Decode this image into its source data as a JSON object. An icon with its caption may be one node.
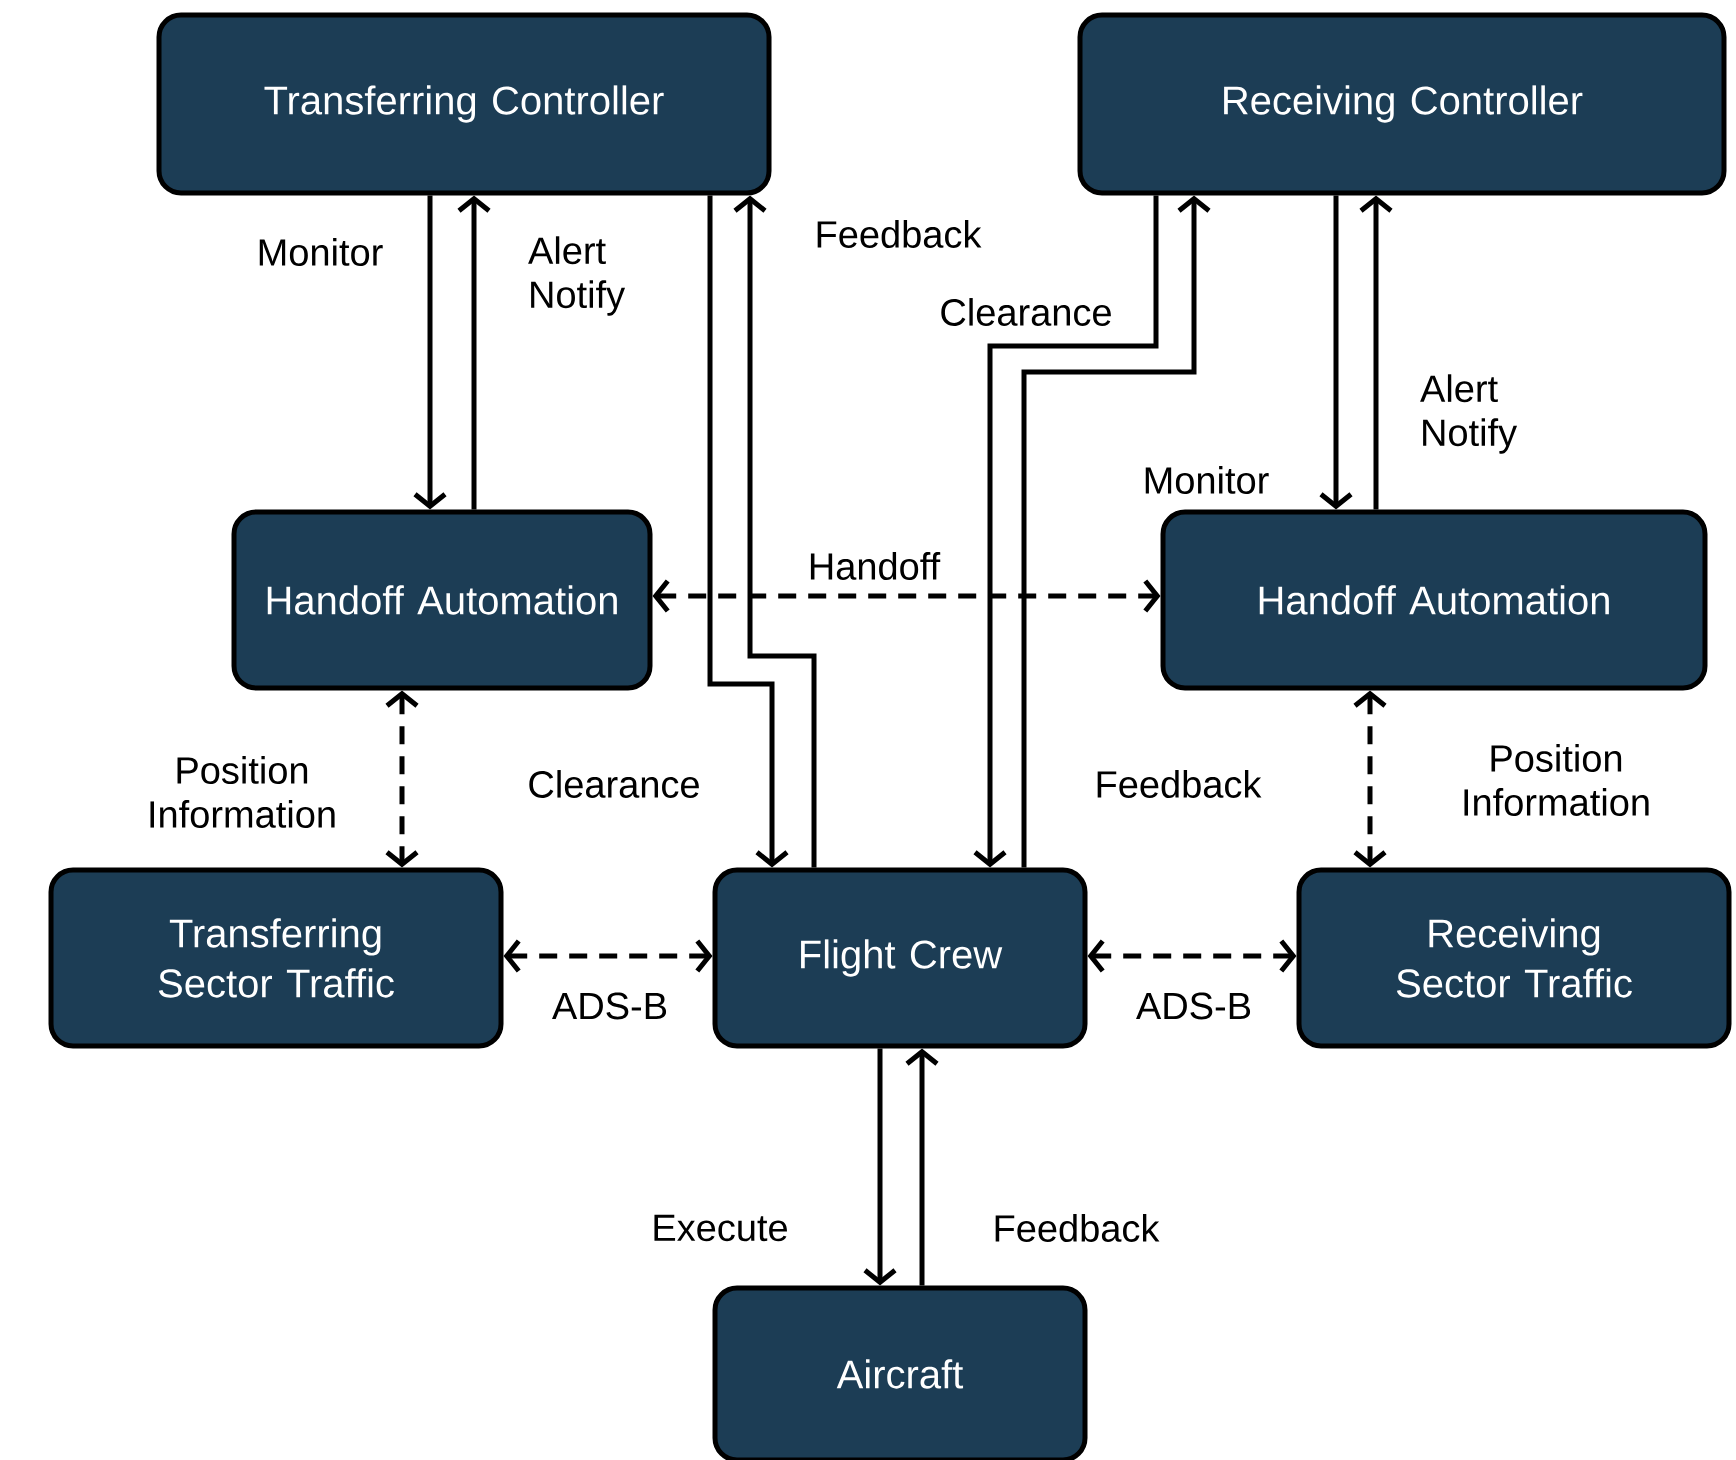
{
  "diagram": {
    "nodes": [
      {
        "text": [
          "Transferring Controller"
        ]
      },
      {
        "text": [
          "Receiving Controller"
        ]
      },
      {
        "text": [
          "Handoff Automation"
        ]
      },
      {
        "text": [
          "Handoff Automation"
        ]
      },
      {
        "text": [
          "Transferring Sector Traffic"
        ]
      },
      {
        "text": [
          "Flight Crew"
        ]
      },
      {
        "text": [
          "Receiving Sector Traffic"
        ]
      },
      {
        "text": [
          "Aircraft"
        ]
      }
    ],
    "edges": [
      {
        "from": 0,
        "to": 2,
        "arrow": "to",
        "label": "Monitor"
      },
      {
        "from": 2,
        "to": 0,
        "arrow": "to",
        "label": "Alert Notify"
      },
      {
        "from": 0,
        "to": 5,
        "arrow": "to",
        "label": "Clearance"
      },
      {
        "from": 5,
        "to": 0,
        "arrow": "to",
        "label": "Feedback"
      },
      {
        "from": 1,
        "to": 5,
        "arrow": "to",
        "label": "Clearance"
      },
      {
        "from": 5,
        "to": 1,
        "arrow": "to",
        "label": "Feedback"
      },
      {
        "from": 1,
        "to": 3,
        "arrow": "to",
        "label": "Monitor"
      },
      {
        "from": 3,
        "to": 1,
        "arrow": "to",
        "label": "Alert Notify"
      },
      {
        "from": 2,
        "to": 3,
        "arrow": "both",
        "label": "Handoff",
        "style": "dashed"
      },
      {
        "from": 2,
        "to": 4,
        "arrow": "both",
        "label": "Position Information",
        "style": "dashed"
      },
      {
        "from": 3,
        "to": 6,
        "arrow": "both",
        "label": "Position Information",
        "style": "dashed"
      },
      {
        "from": 4,
        "to": 5,
        "arrow": "both",
        "label": "ADS-B",
        "style": "dashed"
      },
      {
        "from": 5,
        "to": 6,
        "arrow": "both",
        "label": "ADS-B",
        "style": "dashed"
      },
      {
        "from": 5,
        "to": 7,
        "arrow": "to",
        "label": "Execute"
      },
      {
        "from": 7,
        "to": 5,
        "arrow": "to",
        "label": "Feedback"
      }
    ]
  }
}
